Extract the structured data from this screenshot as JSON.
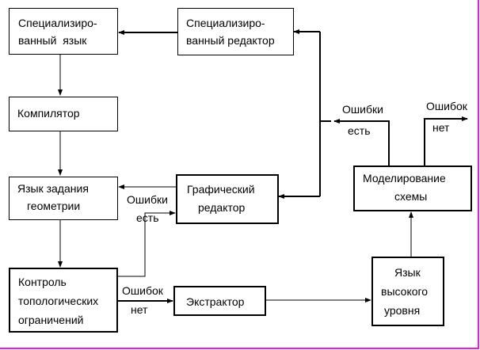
{
  "diagram": {
    "blocks": {
      "spec_lang": {
        "line1": "Специализиро-",
        "line2": "ванный  язык"
      },
      "spec_editor": {
        "line1": "Специализиро-",
        "line2": "ванный редактор"
      },
      "compiler": {
        "line1": "Компилятор"
      },
      "geom_lang": {
        "line1": "Язык задания",
        "line2": "геометрии"
      },
      "graph_editor": {
        "line1": "Графический",
        "line2": "редактор"
      },
      "topo_check": {
        "line1": "Контроль",
        "line2": "топологических",
        "line3": "ограничений"
      },
      "extractor": {
        "line1": "Экстрактор"
      },
      "hl_lang": {
        "line1": "Язык",
        "line2": "высокого",
        "line3": "уровня"
      },
      "modeling": {
        "line1": "Моделирование",
        "line2": "схемы"
      }
    },
    "labels": {
      "topo_errors_yes_top": "Ошибки",
      "topo_errors_yes_bottom": "есть",
      "topo_errors_no_top": "Ошибок",
      "topo_errors_no_bottom": "нет",
      "model_errors_yes_top": "Ошибки",
      "model_errors_yes_bottom": "есть",
      "model_errors_no_top": "Ошибок",
      "model_errors_no_bottom": "нет"
    },
    "colors": {
      "line": "#000000",
      "frame": "#e21ee2"
    }
  }
}
